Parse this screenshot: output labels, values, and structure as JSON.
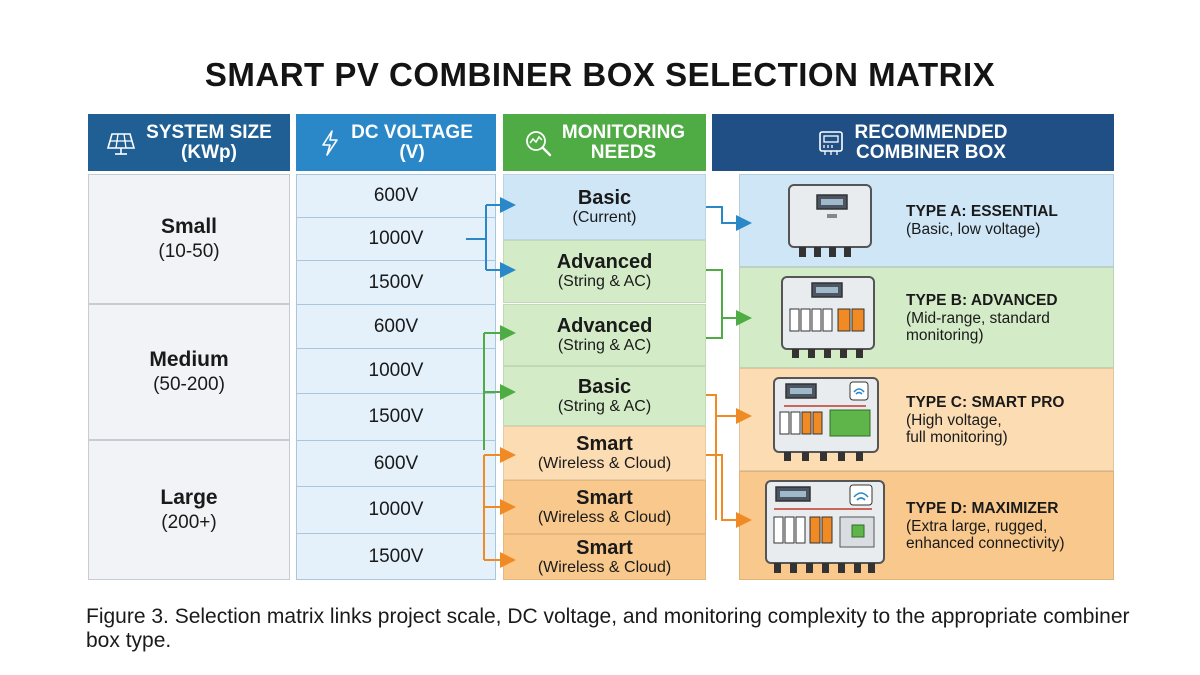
{
  "title": "SMART PV COMBINER BOX SELECTION MATRIX",
  "headers": {
    "system_size": {
      "line1": "SYSTEM SIZE",
      "line2": "(KWp)",
      "icon": "solar-panel-icon",
      "color": "#1f5f94"
    },
    "dc_voltage": {
      "line1": "DC VOLTAGE",
      "line2": "(V)",
      "icon": "lightning-bolt-icon",
      "color": "#2a87c8"
    },
    "monitoring": {
      "line1": "MONITORING",
      "line2": "NEEDS",
      "icon": "monitoring-magnifier-icon",
      "color": "#4fab44"
    },
    "recommended": {
      "line1": "RECOMMENDED",
      "line2": "COMBINER BOX",
      "icon": "combiner-box-icon",
      "color": "#1f4f85"
    }
  },
  "system_sizes": [
    {
      "name": "Small",
      "range": "(10-50)"
    },
    {
      "name": "Medium",
      "range": "(50-200)"
    },
    {
      "name": "Large",
      "range": "(200+)"
    }
  ],
  "voltages": [
    "600V",
    "1000V",
    "1500V",
    "600V",
    "1000V",
    "1500V",
    "600V",
    "1000V",
    "1500V"
  ],
  "monitoring": [
    {
      "level": "Basic",
      "detail": "(Current)",
      "color": "#cfe6f6"
    },
    {
      "level": "Advanced",
      "detail": "(String & AC)",
      "color": "#d3ebc6"
    },
    {
      "level": "Advanced",
      "detail": "(String & AC)",
      "color": "#d3ebc6"
    },
    {
      "level": "Basic",
      "detail": "(String & AC)",
      "color": "#d3ebc6"
    },
    {
      "level": "Smart",
      "detail": "(Wireless & Cloud)",
      "color": "#fcdcb3"
    },
    {
      "level": "Smart",
      "detail": "(Wireless & Cloud)",
      "color": "#f9c88c"
    },
    {
      "level": "Smart",
      "detail": "(Wireless & Cloud)",
      "color": "#f9c88c"
    }
  ],
  "recommendations": [
    {
      "type": "TYPE A: ESSENTIAL",
      "desc": [
        "(Basic, low voltage)"
      ],
      "color": "#cfe6f6"
    },
    {
      "type": "TYPE B: ADVANCED",
      "desc": [
        "(Mid-range, standard",
        "monitoring)"
      ],
      "color": "#d3ebc6"
    },
    {
      "type": "TYPE C: SMART PRO",
      "desc": [
        "(High voltage,",
        "full monitoring)"
      ],
      "color": "#fcdcb3"
    },
    {
      "type": "TYPE D: MAXIMIZER",
      "desc": [
        "(Extra large, rugged,",
        "enhanced connectivity)"
      ],
      "color": "#f9c88c"
    }
  ],
  "connector_colors": {
    "blue": "#2a87c8",
    "green": "#4fab44",
    "orange": "#f08a24"
  },
  "caption": "Figure 3. Selection matrix links project scale, DC voltage, and monitoring complexity to the appropriate combiner box type."
}
